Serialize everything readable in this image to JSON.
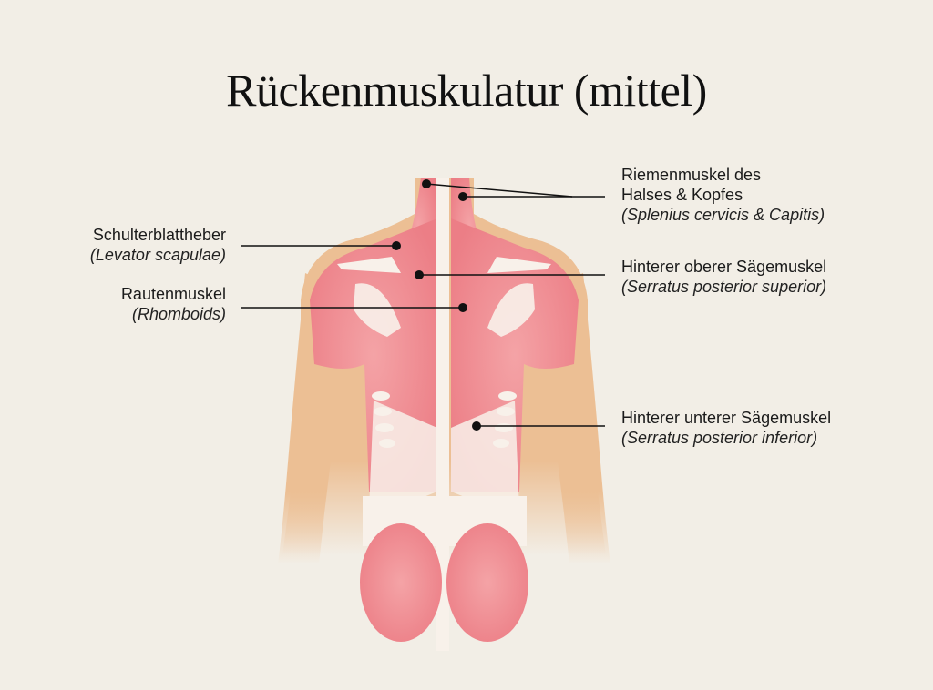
{
  "title": "Rückenmuskulatur (mittel)",
  "labels": [
    {
      "id": "levator",
      "main": "Schulterblattheber",
      "sub": "(Levator scapulae)",
      "side": "left"
    },
    {
      "id": "rhomboids",
      "main": "Rautenmuskel",
      "sub": "(Rhomboids)",
      "side": "left"
    },
    {
      "id": "splenius",
      "main_line1": "Riemenmuskel des",
      "main_line2": "Halses & Kopfes",
      "sub": "(Splenius cervicis & Capitis)",
      "side": "right"
    },
    {
      "id": "serratus_sup",
      "main": "Hinterer oberer Sägemuskel",
      "sub": "(Serratus posterior superior)",
      "side": "right"
    },
    {
      "id": "serratus_inf",
      "main": "Hinterer unterer Sägemuskel",
      "sub": "(Serratus posterior inferior)",
      "side": "right"
    }
  ],
  "colors": {
    "background": "#f2eee6",
    "skin": "#ecbf94",
    "muscle": "#ec7f86",
    "muscle_light": "#f3a2a4",
    "tendon": "#f8f1ea",
    "leader": "#111111"
  }
}
